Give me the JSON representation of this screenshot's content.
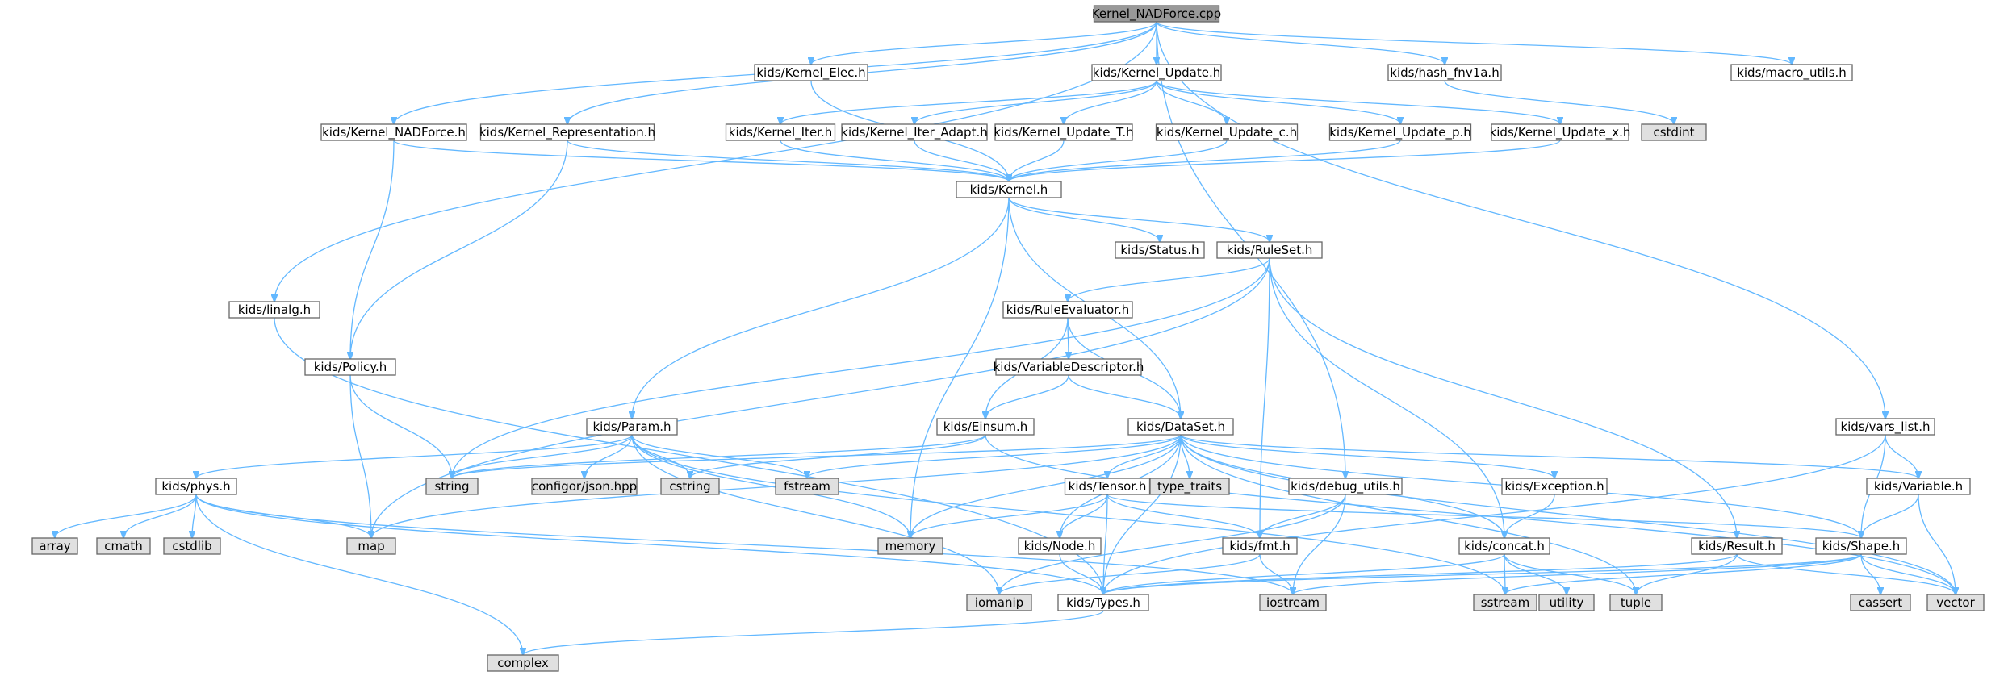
{
  "diagram": {
    "root": "Kernel_NADForce.cpp",
    "colors": {
      "root_fill": "#999999",
      "header_fill": "#ffffff",
      "system_fill": "#e0e0e0",
      "border": "#666666",
      "edge": "#63b8ff"
    },
    "nodes": [
      {
        "id": "root",
        "label": "Kernel_NADForce.cpp",
        "kind": "root"
      },
      {
        "id": "elec",
        "label": "kids/Kernel_Elec.h",
        "kind": "header"
      },
      {
        "id": "update",
        "label": "kids/Kernel_Update.h",
        "kind": "header"
      },
      {
        "id": "hash",
        "label": "kids/hash_fnv1a.h",
        "kind": "header"
      },
      {
        "id": "macro",
        "label": "kids/macro_utils.h",
        "kind": "header"
      },
      {
        "id": "nadforce",
        "label": "kids/Kernel_NADForce.h",
        "kind": "header"
      },
      {
        "id": "repr",
        "label": "kids/Kernel_Representation.h",
        "kind": "header"
      },
      {
        "id": "iter",
        "label": "kids/Kernel_Iter.h",
        "kind": "header"
      },
      {
        "id": "iteradapt",
        "label": "kids/Kernel_Iter_Adapt.h",
        "kind": "header"
      },
      {
        "id": "updT",
        "label": "kids/Kernel_Update_T.h",
        "kind": "header"
      },
      {
        "id": "updc",
        "label": "kids/Kernel_Update_c.h",
        "kind": "header"
      },
      {
        "id": "updp",
        "label": "kids/Kernel_Update_p.h",
        "kind": "header"
      },
      {
        "id": "updx",
        "label": "kids/Kernel_Update_x.h",
        "kind": "header"
      },
      {
        "id": "cstdint",
        "label": "cstdint",
        "kind": "system"
      },
      {
        "id": "kernel",
        "label": "kids/Kernel.h",
        "kind": "header"
      },
      {
        "id": "status",
        "label": "kids/Status.h",
        "kind": "header"
      },
      {
        "id": "ruleset",
        "label": "kids/RuleSet.h",
        "kind": "header"
      },
      {
        "id": "linalg",
        "label": "kids/linalg.h",
        "kind": "header"
      },
      {
        "id": "policy",
        "label": "kids/Policy.h",
        "kind": "header"
      },
      {
        "id": "ruleeval",
        "label": "kids/RuleEvaluator.h",
        "kind": "header"
      },
      {
        "id": "vardesc",
        "label": "kids/VariableDescriptor.h",
        "kind": "header"
      },
      {
        "id": "param",
        "label": "kids/Param.h",
        "kind": "header"
      },
      {
        "id": "einsum",
        "label": "kids/Einsum.h",
        "kind": "header"
      },
      {
        "id": "dataset",
        "label": "kids/DataSet.h",
        "kind": "header"
      },
      {
        "id": "varslist",
        "label": "kids/vars_list.h",
        "kind": "header"
      },
      {
        "id": "string",
        "label": "string",
        "kind": "system"
      },
      {
        "id": "configor",
        "label": "configor/json.hpp",
        "kind": "system"
      },
      {
        "id": "cstring",
        "label": "cstring",
        "kind": "system"
      },
      {
        "id": "fstream",
        "label": "fstream",
        "kind": "system"
      },
      {
        "id": "typetraits",
        "label": "type_traits",
        "kind": "system"
      },
      {
        "id": "phys",
        "label": "kids/phys.h",
        "kind": "header"
      },
      {
        "id": "tensor",
        "label": "kids/Tensor.h",
        "kind": "header"
      },
      {
        "id": "debug",
        "label": "kids/debug_utils.h",
        "kind": "header"
      },
      {
        "id": "exception",
        "label": "kids/Exception.h",
        "kind": "header"
      },
      {
        "id": "variable",
        "label": "kids/Variable.h",
        "kind": "header"
      },
      {
        "id": "array",
        "label": "array",
        "kind": "system"
      },
      {
        "id": "cmath",
        "label": "cmath",
        "kind": "system"
      },
      {
        "id": "cstdlib",
        "label": "cstdlib",
        "kind": "system"
      },
      {
        "id": "map",
        "label": "map",
        "kind": "system"
      },
      {
        "id": "memory",
        "label": "memory",
        "kind": "system"
      },
      {
        "id": "node",
        "label": "kids/Node.h",
        "kind": "header"
      },
      {
        "id": "fmt",
        "label": "kids/fmt.h",
        "kind": "header"
      },
      {
        "id": "concat",
        "label": "kids/concat.h",
        "kind": "header"
      },
      {
        "id": "result",
        "label": "kids/Result.h",
        "kind": "header"
      },
      {
        "id": "shape",
        "label": "kids/Shape.h",
        "kind": "header"
      },
      {
        "id": "iomanip",
        "label": "iomanip",
        "kind": "system"
      },
      {
        "id": "types",
        "label": "kids/Types.h",
        "kind": "header"
      },
      {
        "id": "iostream",
        "label": "iostream",
        "kind": "system"
      },
      {
        "id": "sstream",
        "label": "sstream",
        "kind": "system"
      },
      {
        "id": "utility",
        "label": "utility",
        "kind": "system"
      },
      {
        "id": "tuple",
        "label": "tuple",
        "kind": "system"
      },
      {
        "id": "cassert",
        "label": "cassert",
        "kind": "system"
      },
      {
        "id": "vector",
        "label": "vector",
        "kind": "system"
      },
      {
        "id": "complex",
        "label": "complex",
        "kind": "system"
      }
    ],
    "edges": [
      [
        "root",
        "elec"
      ],
      [
        "root",
        "update"
      ],
      [
        "root",
        "hash"
      ],
      [
        "root",
        "macro"
      ],
      [
        "root",
        "nadforce"
      ],
      [
        "root",
        "repr"
      ],
      [
        "root",
        "linalg"
      ],
      [
        "root",
        "varslist"
      ],
      [
        "root",
        "debug"
      ],
      [
        "elec",
        "kernel"
      ],
      [
        "update",
        "iter"
      ],
      [
        "update",
        "iteradapt"
      ],
      [
        "update",
        "updT"
      ],
      [
        "update",
        "updc"
      ],
      [
        "update",
        "updp"
      ],
      [
        "update",
        "updx"
      ],
      [
        "hash",
        "cstdint"
      ],
      [
        "nadforce",
        "kernel"
      ],
      [
        "nadforce",
        "policy"
      ],
      [
        "repr",
        "kernel"
      ],
      [
        "repr",
        "policy"
      ],
      [
        "iter",
        "kernel"
      ],
      [
        "iteradapt",
        "kernel"
      ],
      [
        "updT",
        "kernel"
      ],
      [
        "updc",
        "kernel"
      ],
      [
        "updp",
        "kernel"
      ],
      [
        "updx",
        "kernel"
      ],
      [
        "kernel",
        "status"
      ],
      [
        "kernel",
        "ruleset"
      ],
      [
        "kernel",
        "param"
      ],
      [
        "kernel",
        "dataset"
      ],
      [
        "kernel",
        "memory"
      ],
      [
        "ruleset",
        "ruleeval"
      ],
      [
        "ruleset",
        "string"
      ],
      [
        "ruleset",
        "map"
      ],
      [
        "ruleset",
        "fmt"
      ],
      [
        "ruleset",
        "concat"
      ],
      [
        "ruleset",
        "result"
      ],
      [
        "ruleeval",
        "vardesc"
      ],
      [
        "ruleeval",
        "einsum"
      ],
      [
        "ruleeval",
        "dataset"
      ],
      [
        "vardesc",
        "einsum"
      ],
      [
        "vardesc",
        "dataset"
      ],
      [
        "policy",
        "string"
      ],
      [
        "policy",
        "map"
      ],
      [
        "linalg",
        "types"
      ],
      [
        "param",
        "string"
      ],
      [
        "param",
        "configor"
      ],
      [
        "param",
        "cstring"
      ],
      [
        "param",
        "fstream"
      ],
      [
        "param",
        "phys"
      ],
      [
        "param",
        "memory"
      ],
      [
        "param",
        "iomanip"
      ],
      [
        "param",
        "sstream"
      ],
      [
        "einsum",
        "string"
      ],
      [
        "einsum",
        "cstring"
      ],
      [
        "einsum",
        "vector"
      ],
      [
        "dataset",
        "string"
      ],
      [
        "dataset",
        "fstream"
      ],
      [
        "dataset",
        "typetraits"
      ],
      [
        "dataset",
        "tensor"
      ],
      [
        "dataset",
        "node"
      ],
      [
        "dataset",
        "memory"
      ],
      [
        "dataset",
        "map"
      ],
      [
        "dataset",
        "exception"
      ],
      [
        "dataset",
        "variable"
      ],
      [
        "dataset",
        "types"
      ],
      [
        "dataset",
        "concat"
      ],
      [
        "dataset",
        "tuple"
      ],
      [
        "dataset",
        "vector"
      ],
      [
        "dataset",
        "shape"
      ],
      [
        "phys",
        "array"
      ],
      [
        "phys",
        "cmath"
      ],
      [
        "phys",
        "cstdlib"
      ],
      [
        "phys",
        "map"
      ],
      [
        "phys",
        "iostream"
      ],
      [
        "phys",
        "complex"
      ],
      [
        "phys",
        "types"
      ],
      [
        "tensor",
        "node"
      ],
      [
        "tensor",
        "memory"
      ],
      [
        "tensor",
        "fmt"
      ],
      [
        "tensor",
        "types"
      ],
      [
        "tensor",
        "shape"
      ],
      [
        "debug",
        "fmt"
      ],
      [
        "debug",
        "iostream"
      ],
      [
        "debug",
        "iomanip"
      ],
      [
        "exception",
        "concat"
      ],
      [
        "variable",
        "shape"
      ],
      [
        "variable",
        "vector"
      ],
      [
        "varslist",
        "variable"
      ],
      [
        "varslist",
        "shape"
      ],
      [
        "varslist",
        "types"
      ],
      [
        "node",
        "types"
      ],
      [
        "fmt",
        "iomanip"
      ],
      [
        "fmt",
        "iostream"
      ],
      [
        "concat",
        "sstream"
      ],
      [
        "concat",
        "utility"
      ],
      [
        "concat",
        "tuple"
      ],
      [
        "concat",
        "types"
      ],
      [
        "result",
        "tuple"
      ],
      [
        "result",
        "vector"
      ],
      [
        "result",
        "types"
      ],
      [
        "shape",
        "cassert"
      ],
      [
        "shape",
        "vector"
      ],
      [
        "shape",
        "sstream"
      ],
      [
        "shape",
        "iostream"
      ],
      [
        "shape",
        "types"
      ],
      [
        "types",
        "complex"
      ]
    ]
  }
}
